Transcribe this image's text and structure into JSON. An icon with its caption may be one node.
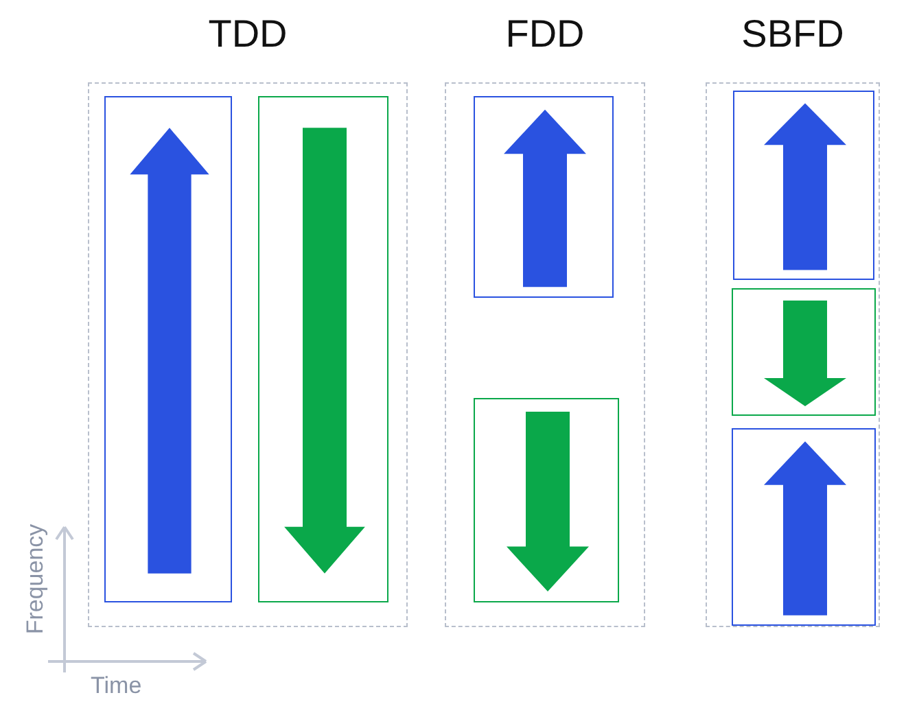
{
  "diagram": {
    "nodes": [
      {
        "text": [
          "TDD"
        ]
      },
      {
        "text": [],
        "shape": "box",
        "in": 0
      },
      {
        "text": [],
        "shape": "box",
        "in": 0
      },
      {
        "text": [
          "FDD"
        ]
      },
      {
        "text": [],
        "shape": "box",
        "in": 3
      },
      {
        "text": [],
        "shape": "box",
        "in": 3
      },
      {
        "text": [
          "SBFD"
        ]
      },
      {
        "text": [],
        "shape": "box",
        "in": 6
      },
      {
        "text": [],
        "shape": "box",
        "in": 6
      },
      {
        "text": [],
        "shape": "box",
        "in": 6
      }
    ],
    "edges": [],
    "labels": [
      "Frequency",
      "Time"
    ]
  }
}
